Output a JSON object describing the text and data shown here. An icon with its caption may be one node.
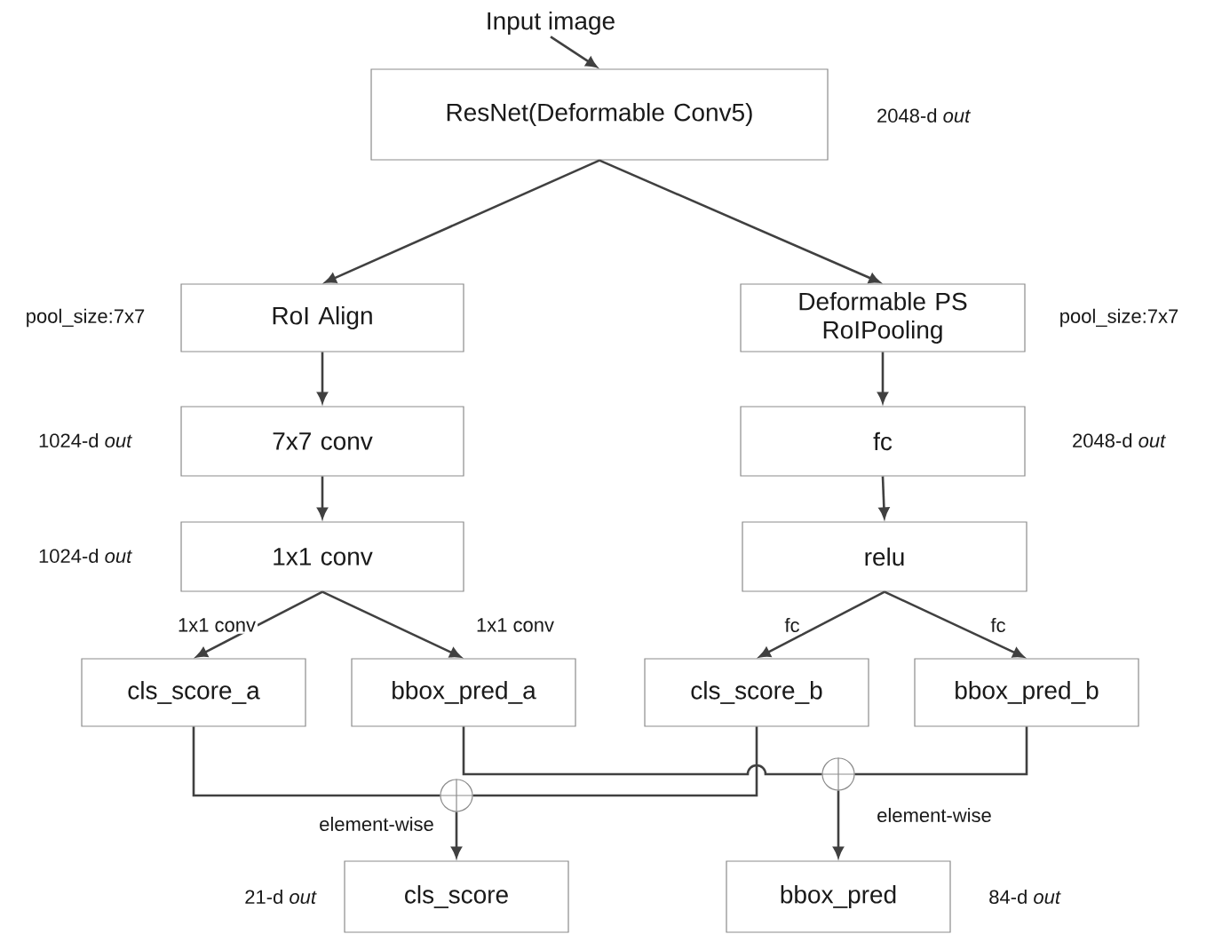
{
  "diagram": {
    "nodes": [
      {
        "text": [
          "Input image"
        ]
      },
      {
        "text": [
          "ResNet(Deformable Conv5)"
        ],
        "beside": [
          "2048-d *out*"
        ]
      },
      {
        "text": [
          "RoI Align"
        ],
        "beside": [
          "pool_size:7x7"
        ]
      },
      {
        "text": [
          "Deformable PS RoIPooling"
        ],
        "beside": [
          "pool_size:7x7"
        ]
      },
      {
        "text": [
          "7x7 conv"
        ],
        "beside": [
          "1024-d *out*"
        ]
      },
      {
        "text": [
          "fc"
        ],
        "beside": [
          "2048-d *out*"
        ]
      },
      {
        "text": [
          "1x1 conv"
        ],
        "beside": [
          "1024-d *out*"
        ]
      },
      {
        "text": [
          "relu"
        ]
      },
      {
        "text": [
          "cls_score_a"
        ]
      },
      {
        "text": [
          "bbox_pred_a"
        ]
      },
      {
        "text": [
          "cls_score_b"
        ]
      },
      {
        "text": [
          "bbox_pred_b"
        ]
      },
      {
        "text": [],
        "shape": "circle"
      },
      {
        "text": [],
        "shape": "circle"
      },
      {
        "text": [
          "cls_score"
        ],
        "beside": [
          "21-d *out*"
        ]
      },
      {
        "text": [
          "bbox_pred"
        ],
        "beside": [
          "84-d *out*"
        ]
      }
    ],
    "edges": [
      {
        "from": 0,
        "to": 1,
        "arrow": "to"
      },
      {
        "from": 1,
        "to": 2,
        "arrow": "to"
      },
      {
        "from": 1,
        "to": 3,
        "arrow": "to"
      },
      {
        "from": 2,
        "to": 4,
        "arrow": "to"
      },
      {
        "from": 3,
        "to": 5,
        "arrow": "to"
      },
      {
        "from": 4,
        "to": 6,
        "arrow": "to"
      },
      {
        "from": 5,
        "to": 7,
        "arrow": "to"
      },
      {
        "from": 6,
        "to": 8,
        "arrow": "to",
        "label": "1x1 conv"
      },
      {
        "from": 6,
        "to": 9,
        "arrow": "to",
        "label": "1x1 conv"
      },
      {
        "from": 7,
        "to": 10,
        "arrow": "to",
        "label": "fc"
      },
      {
        "from": 7,
        "to": 11,
        "arrow": "to",
        "label": "fc"
      },
      {
        "from": 8,
        "to": 12,
        "arrow": "none"
      },
      {
        "from": 10,
        "to": 12,
        "arrow": "none"
      },
      {
        "from": 9,
        "to": 13,
        "arrow": "none"
      },
      {
        "from": 11,
        "to": 13,
        "arrow": "none"
      },
      {
        "from": 12,
        "to": 14,
        "arrow": "to",
        "label": "element-wise"
      },
      {
        "from": 13,
        "to": 15,
        "arrow": "to",
        "label": "element-wise"
      }
    ]
  }
}
